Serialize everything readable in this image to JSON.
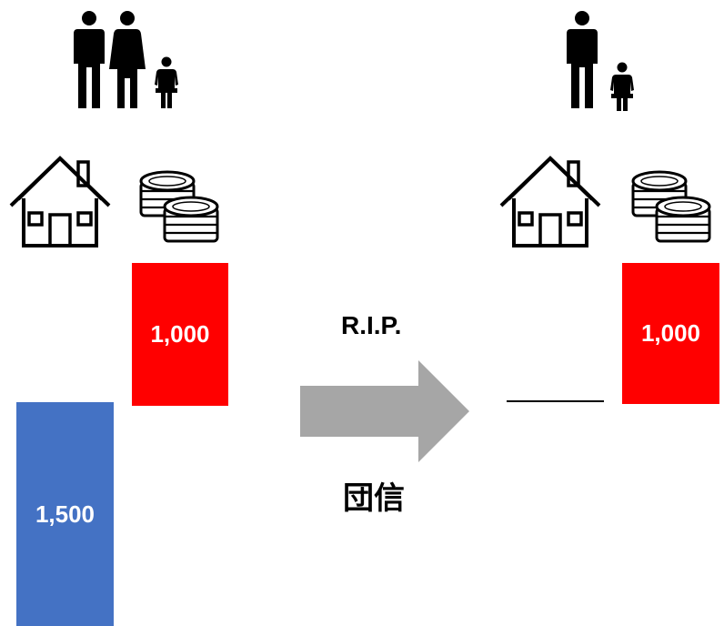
{
  "colors": {
    "loan_bar": "#4472C4",
    "savings_bar": "#FF0000",
    "arrow": "#A6A6A6",
    "icon": "#000000"
  },
  "left": {
    "family_icon": "family-three-people-icon",
    "house_icon": "house-icon",
    "coins_icon": "coin-stacks-icon",
    "loan_value": "1,500",
    "savings_value": "1,000"
  },
  "right": {
    "family_icon": "family-two-people-icon",
    "house_icon": "house-icon",
    "coins_icon": "coin-stacks-icon",
    "savings_value": "1,000"
  },
  "middle": {
    "arrow_icon": "right-arrow-icon",
    "top_label": "R.I.P.",
    "bottom_label": "団信"
  }
}
